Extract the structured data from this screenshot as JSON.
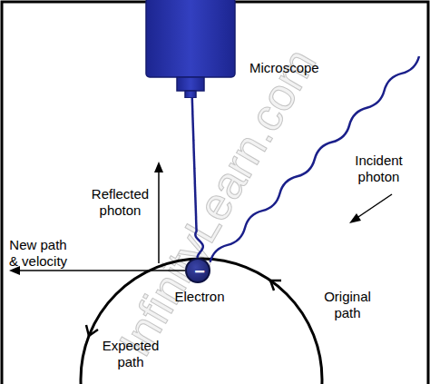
{
  "diagram": {
    "nodes": [
      {
        "text": [
          "Microscope"
        ]
      },
      {
        "text": [
          "−",
          "Electron"
        ]
      }
    ],
    "edges": [
      {
        "from": 1,
        "to": 0,
        "arrow": "none"
      }
    ],
    "labels": [
      "Reflected photon",
      "Incident photon",
      "New path & velocity",
      "Original path",
      "Expected path",
      "InfinityLearn.com"
    ]
  }
}
